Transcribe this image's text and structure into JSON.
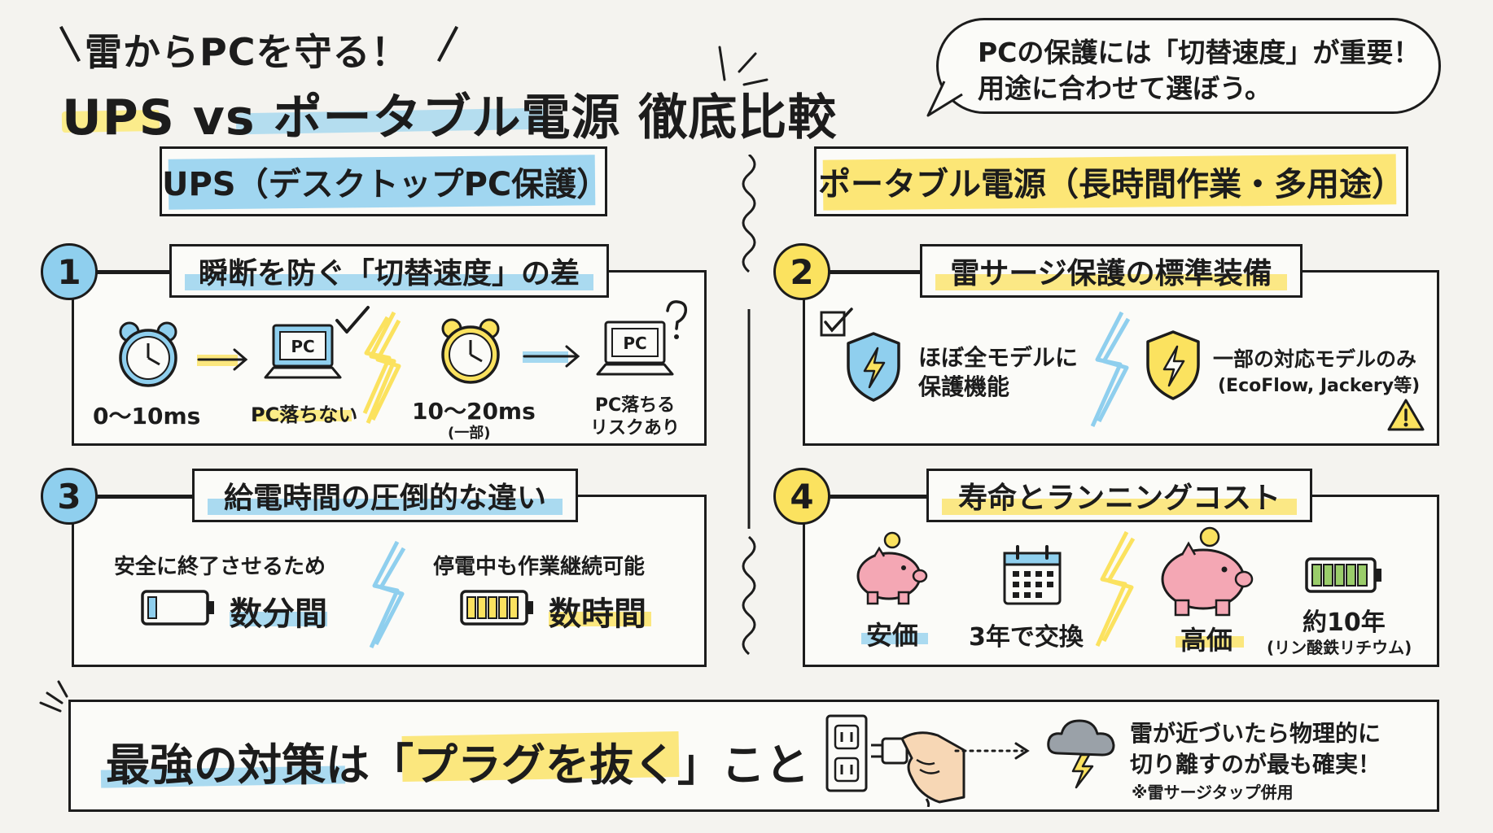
{
  "title": {
    "tagline": "雷からPCを守る！",
    "main": "UPS vs ポータブル電源 徹底比較"
  },
  "bubble": {
    "line1": "PCの保護には「切替速度」が重要！",
    "line2": "用途に合わせて選ぼう。"
  },
  "columns": {
    "left": "UPS（デスクトップPC保護）",
    "right": "ポータブル電源（長時間作業・多用途）"
  },
  "panel1": {
    "number": "1",
    "label": "瞬断を防ぐ「切替速度」の差",
    "ups_time": "0〜10ms",
    "ups_pc": "PC",
    "ups_result": "PC落ちない",
    "portable_time": "10〜20ms",
    "portable_note": "(一部)",
    "portable_pc": "PC",
    "portable_result_1": "PC落ちる",
    "portable_result_2": "リスクあり"
  },
  "panel2": {
    "number": "2",
    "label": "雷サージ保護の標準装備",
    "ups_text_1": "ほぼ全モデルに",
    "ups_text_2": "保護機能",
    "portable_text_1": "一部の対応モデルのみ",
    "portable_text_2": "(EcoFlow, Jackery等)"
  },
  "panel3": {
    "number": "3",
    "label": "給電時間の圧倒的な違い",
    "ups_caption": "安全に終了させるため",
    "ups_value": "数分間",
    "portable_caption": "停電中も作業継続可能",
    "portable_value": "数時間"
  },
  "panel4": {
    "number": "4",
    "label": "寿命とランニングコスト",
    "ups_price": "安価",
    "ups_life": "3年で交換",
    "portable_price": "高価",
    "portable_life": "約10年",
    "portable_life_note": "(リン酸鉄リチウム)"
  },
  "bottom": {
    "headline_pre": "最強の対策は「",
    "headline_key": "プラグを抜く",
    "headline_post": "」こと",
    "note_1": "雷が近づいたら物理的に",
    "note_2": "切り離すのが最も確実！",
    "note_3": "※雷サージタップ併用"
  },
  "colors": {
    "blue": "#8fcfee",
    "yellow": "#fbe25f",
    "pink": "#f4a7b4",
    "battery_green": "#9acd6a",
    "ink": "#1c1c1c"
  }
}
